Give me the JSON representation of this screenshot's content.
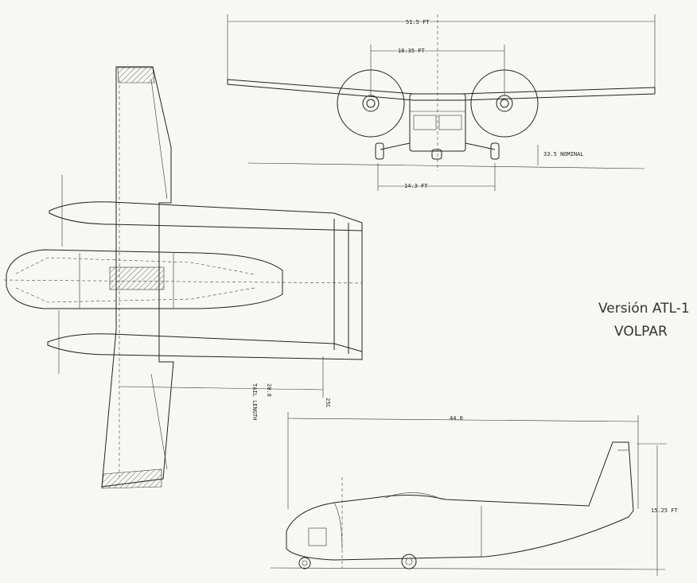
{
  "drawing": {
    "title_line1": "Versión ATL-1",
    "title_line2": "VOLPAR",
    "front_view": {
      "span_label": "51.5 FT",
      "prop_spacing_label": "16.35 FT",
      "ground_clearance_label": "33.5 NOMINAL",
      "track_label": "14.3 FT"
    },
    "plan_view": {
      "tail_length_value": "20.8",
      "tail_length_label": "TAIL LENGTH",
      "ref_label": "25C"
    },
    "side_view": {
      "length_label": "44.0",
      "height_label": "15.25 FT"
    }
  }
}
